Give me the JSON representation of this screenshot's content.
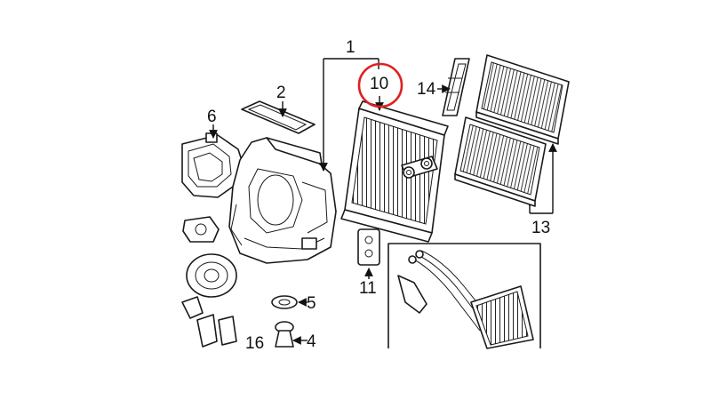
{
  "labels": {
    "assembly": "1",
    "filter_seal": "2",
    "grommet_upper": "5",
    "grommet_lower": "4",
    "blower_housing": "6",
    "evaporator": "10",
    "expansion_valve": "11",
    "cabin_filters": "13",
    "filter_retainer": "14",
    "partial_label": "16"
  },
  "highlight": {
    "color": "#e02020",
    "target": "10"
  },
  "colors": {
    "line": "#1a1a1a",
    "background": "#ffffff"
  }
}
